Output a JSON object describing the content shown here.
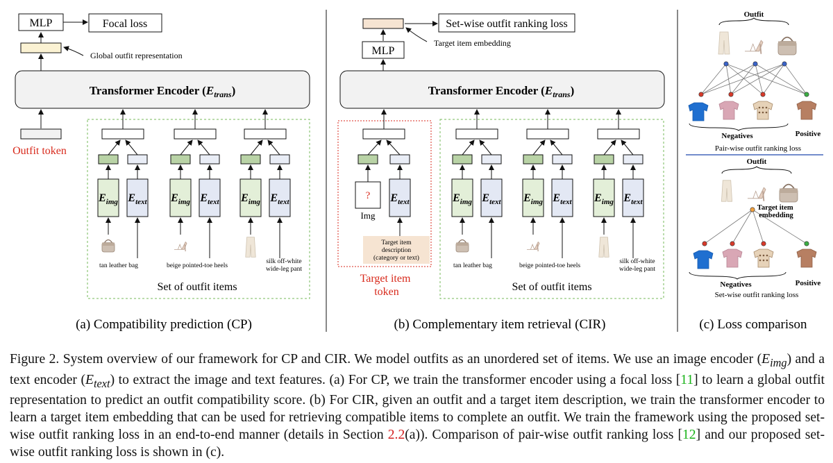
{
  "panel_a": {
    "mlp": "MLP",
    "focal_loss": "Focal loss",
    "global_rep": "Global outfit representation",
    "transformer": "Transformer Encoder (",
    "transformer_e": "E",
    "transformer_sub": "trans",
    "outfit_token": "Outfit token",
    "e_img": "E",
    "img_sub": "img",
    "e_text": "E",
    "text_sub": "text",
    "items": [
      "tan leather bag",
      "beige pointed-toe heels",
      "silk off-white",
      "wide-leg pant"
    ],
    "set_label": "Set of outfit items",
    "caption": "(a) Compatibility prediction (CP)"
  },
  "panel_b": {
    "loss": "Set-wise outfit ranking loss",
    "target_emb": "Target item embedding",
    "mlp": "MLP",
    "transformer": "Transformer Encoder (",
    "question": "?",
    "img": "Img",
    "desc": [
      "Target item",
      "description",
      "(category or text)"
    ],
    "target_token": [
      "Target item",
      "token"
    ],
    "items": [
      "tan leather bag",
      "beige pointed-toe heels",
      "silk off-white",
      "wide-leg pant"
    ],
    "set_label": "Set of outfit items",
    "caption": "(b) Complementary item retrieval (CIR)"
  },
  "panel_c": {
    "outfit": "Outfit",
    "negatives": "Negatives",
    "positive": "Positive",
    "pairwise": "Pair-wise outfit ranking loss",
    "target_emb": [
      "Target item",
      "embedding"
    ],
    "setwise": "Set-wise outfit ranking loss",
    "caption": "(c) Loss comparison"
  },
  "caption": {
    "p1": "Figure 2.  System overview of our framework for CP and CIR. We model outfits as an unordered set of items.  We use an image encoder (",
    "e1": "E",
    "s1": "img",
    "p2": ") and a text encoder (",
    "e2": "E",
    "s2": "text",
    "p3": ") to extract the image and text features.  (a) For CP, we train the transformer encoder using a focal loss [",
    "r1": "11",
    "p4": "] to learn a global outfit representation to predict an outfit compatibility score.  (b) For CIR, given an outfit and a target item description, we train the transformer encoder to learn a target item embedding that can be used for retrieving compatible items to complete an outfit. We train the framework using the proposed set-wise outfit ranking loss in an end-to-end manner (details in Section ",
    "sec": "2.2",
    "p5": "(a)). Comparison of pair-wise outfit ranking loss [",
    "r2": "12",
    "p6": "] and our proposed set-wise outfit ranking loss is shown in (c)."
  },
  "colors": {
    "img_enc": "#e3efd8",
    "text_enc": "#e3e8f4",
    "img_feat": "#b9d3a6",
    "text_feat": "#e9edf6",
    "global_rep": "#fbf2d3",
    "target_emb": "#f6e4d2",
    "red_text": "#d82a1c",
    "green_border": "#74b85a",
    "blue_line": "#4466bb"
  }
}
